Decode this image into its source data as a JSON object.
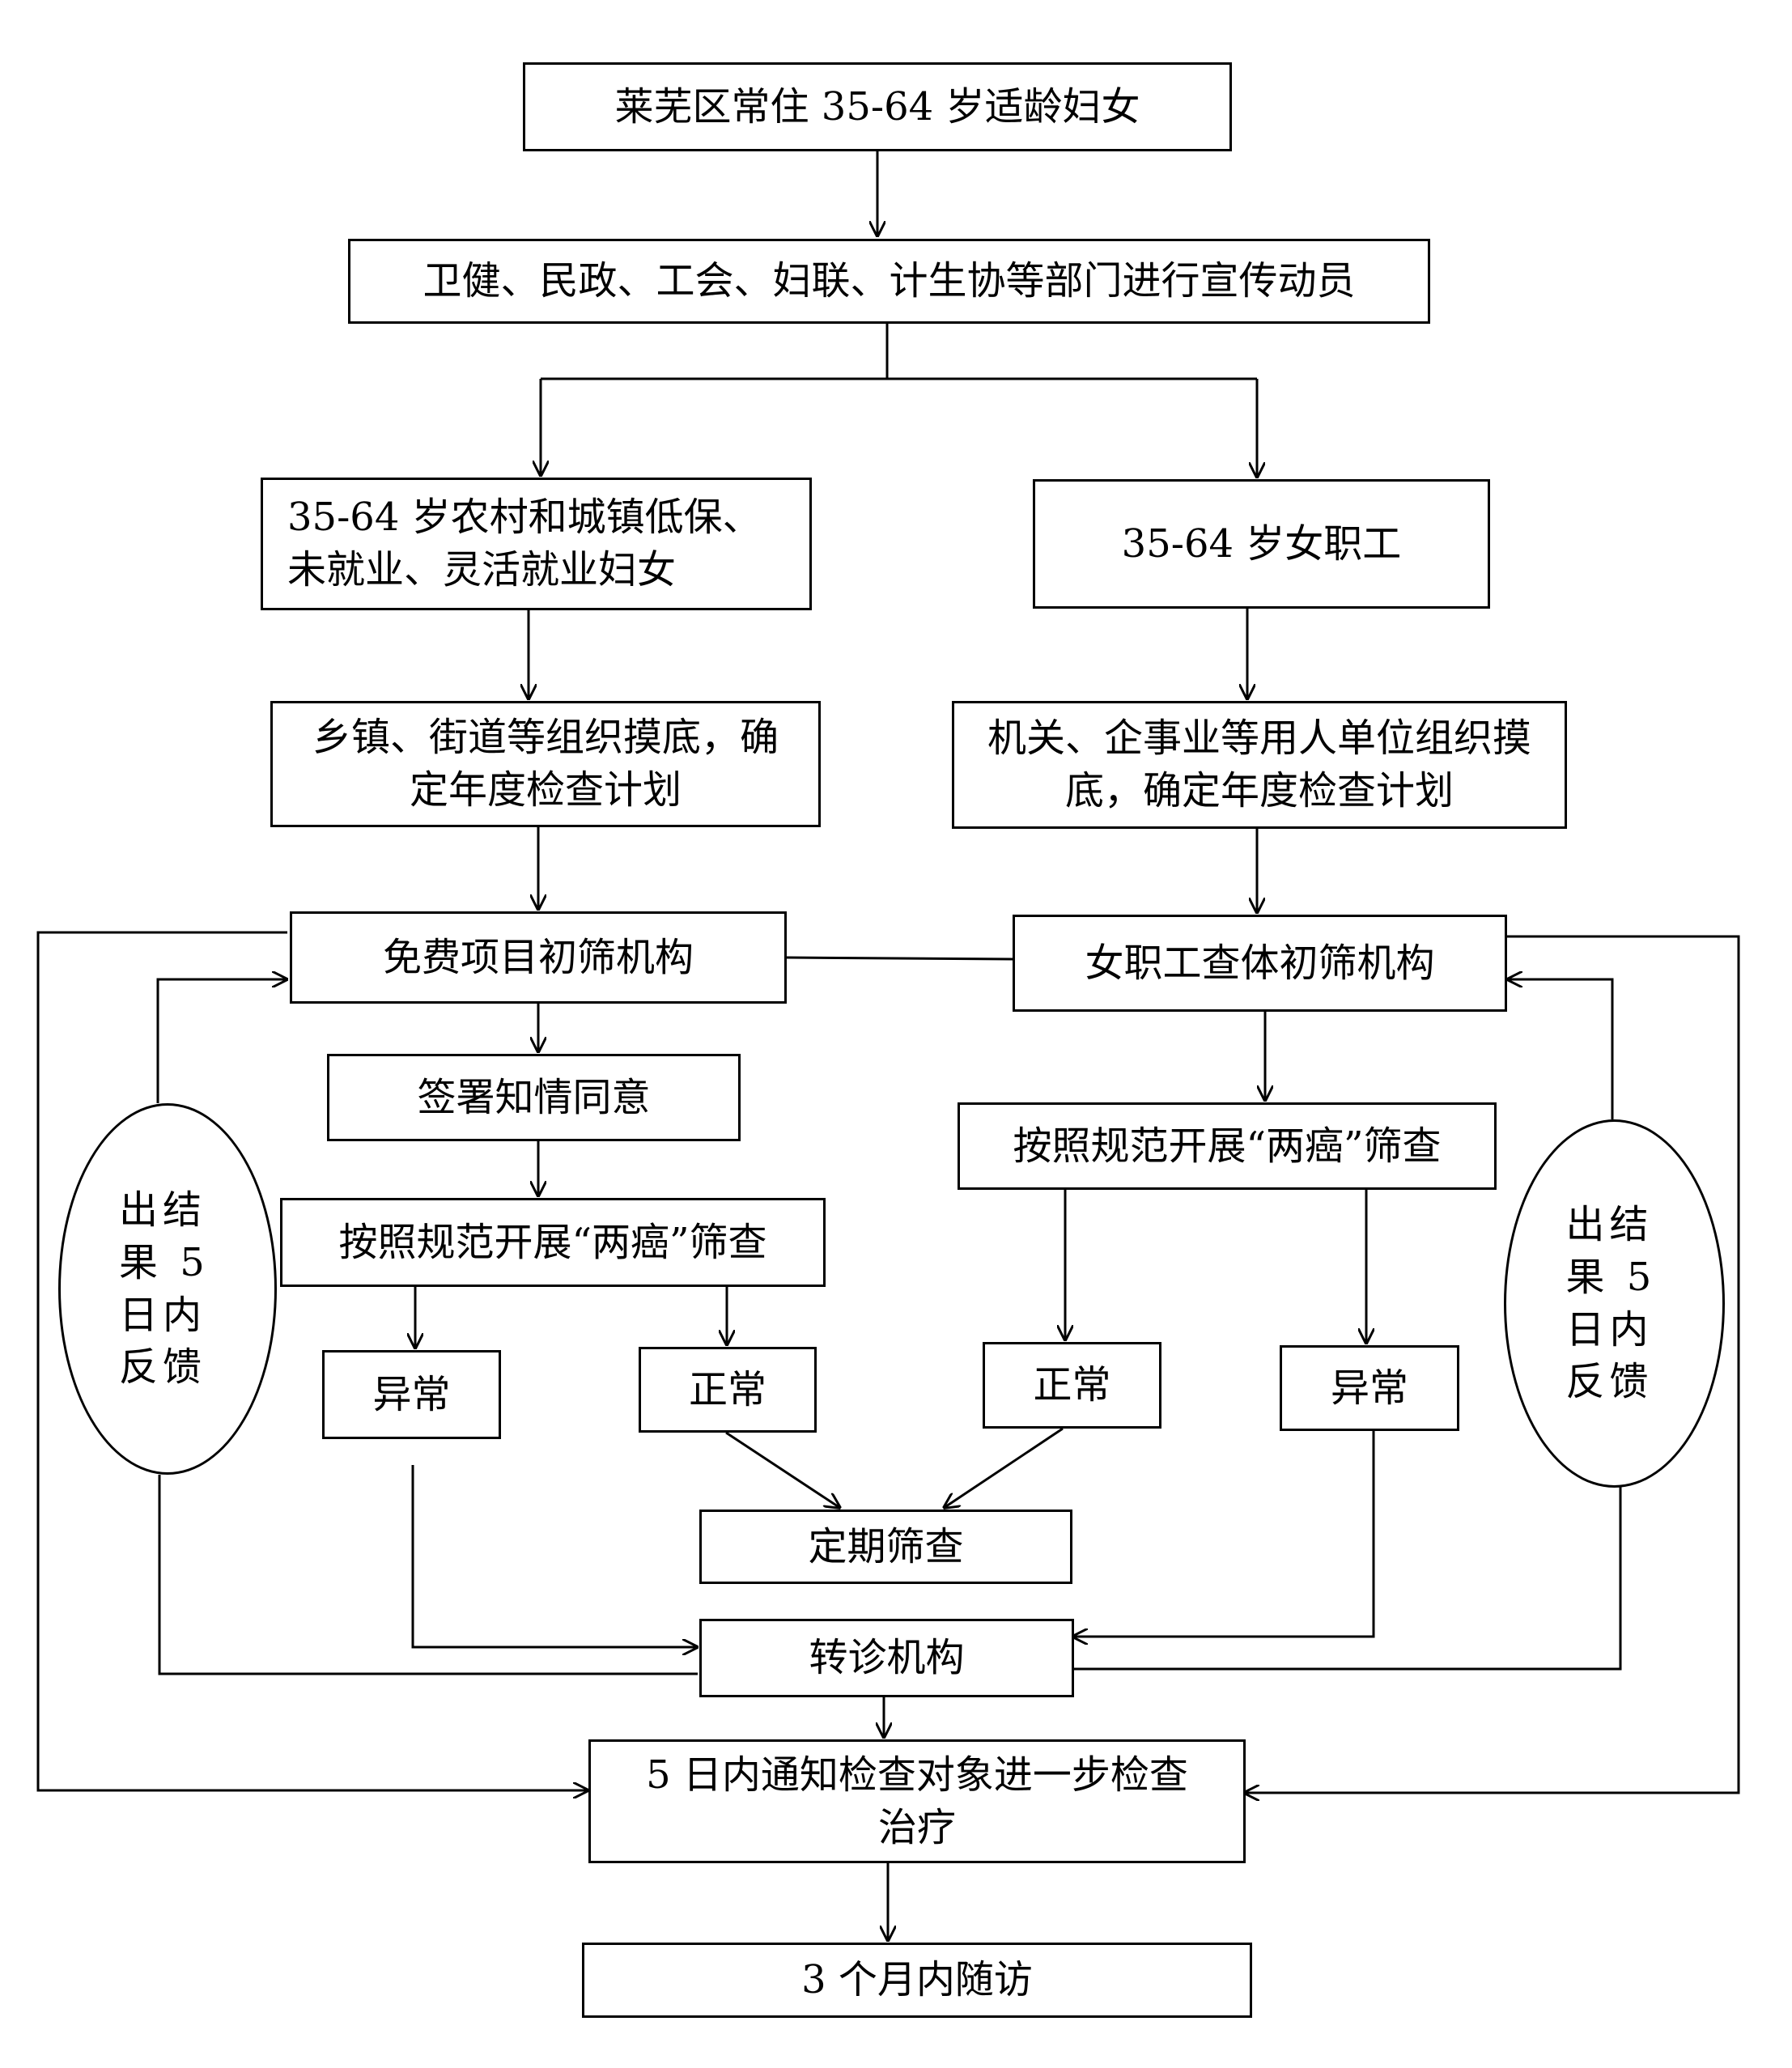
{
  "diagram": {
    "nodes": {
      "target_women": "莱芜区常住 35-64 岁适龄妇女",
      "mobilization": "卫健、民政、工会、妇联、计生协等部门进行宣传动员",
      "rural_women": "35-64 岁农村和城镇低保、未就业、灵活就业妇女",
      "female_workers": "35-64 岁女职工",
      "township_survey": "乡镇、街道等组织摸底，确定年度检查计划",
      "employer_survey": "机关、企事业等用人单位组织摸底，确定年度检查计划",
      "free_screening_org": "免费项目初筛机构",
      "worker_screening_org": "女职工查体初筛机构",
      "informed_consent": "签署知情同意",
      "screening_left": "按照规范开展“两癌”筛查",
      "screening_right": "按照规范开展“两癌”筛查",
      "abnormal_left": "异常",
      "normal_left": "正常",
      "normal_right": "正常",
      "abnormal_right": "异常",
      "regular_screening": "定期筛查",
      "referral_org": "转诊机构",
      "notify_treatment": "5 日内通知检查对象进一步检查治疗",
      "follow_up": "3 个月内随访"
    },
    "feedback": {
      "left": "出结果 5 日内反馈",
      "right": "出结果 5 日内反馈"
    }
  }
}
